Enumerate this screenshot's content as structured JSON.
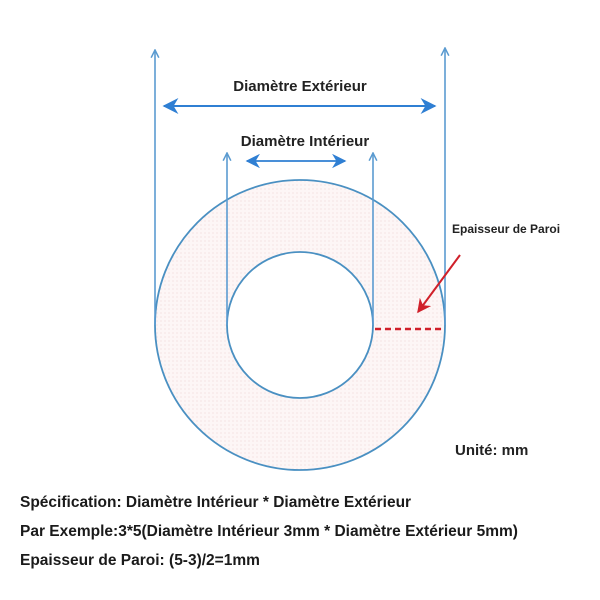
{
  "labels": {
    "outer_diameter": "Diamètre Extérieur",
    "inner_diameter": "Diamètre Intérieur",
    "wall_thickness": "Epaisseur de Paroi",
    "unit": "Unité: mm"
  },
  "notes": [
    "Spécification: Diamètre Intérieur * Diamètre Extérieur",
    "Par Exemple:3*5(Diamètre Intérieur 3mm * Diamètre Extérieur 5mm)",
    "Epaisseur de Paroi:  (5-3)/2=1mm"
  ],
  "colors": {
    "line_blue": "#5b9bd0",
    "arrow_blue": "#2f7fd3",
    "ring_stroke": "#4a90c2",
    "ring_fill": "#fbf1f1",
    "wall_red": "#d0202a"
  }
}
